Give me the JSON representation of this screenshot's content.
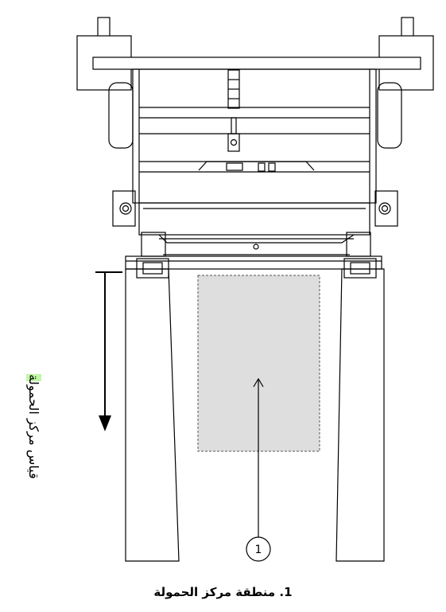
{
  "figure": {
    "callout_label": "1",
    "side_label_main": "قياس مركز الحمول",
    "side_label_tail": "ة",
    "caption": "1. منطقة مركز الحمولة"
  },
  "colors": {
    "line": "#000000",
    "zone_fill": "#dedede",
    "zone_border": "#555555",
    "highlight": "#bff7a6"
  }
}
